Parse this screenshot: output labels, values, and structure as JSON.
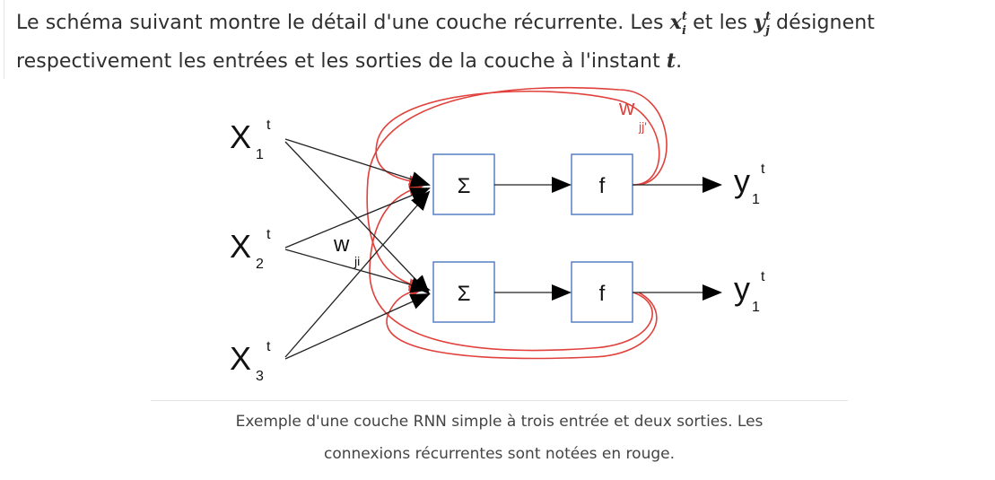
{
  "intro": {
    "text_1": "Le schéma suivant montre le détail d'une couche récurrente. Les ",
    "math_x_base": "x",
    "math_x_sup": "t",
    "math_x_sub": "i",
    "text_2": " et les ",
    "math_y_base": "y",
    "math_y_sup": "t",
    "math_y_sub": "j",
    "text_3": " désignent respectivement les entrées et les sorties de la couche à l'instant ",
    "math_t": "t",
    "text_4": "."
  },
  "diagram": {
    "inputs": [
      {
        "base": "X",
        "sup": "t",
        "sub": "1"
      },
      {
        "base": "X",
        "sup": "t",
        "sub": "2"
      },
      {
        "base": "X",
        "sup": "t",
        "sub": "3"
      }
    ],
    "outputs": [
      {
        "base": "y",
        "sup": "t",
        "sub": "1"
      },
      {
        "base": "y",
        "sup": "t",
        "sub": "1"
      }
    ],
    "sum_symbol": "Σ",
    "activation_symbol": "f",
    "input_weight": {
      "base": "w",
      "sub": "ji"
    },
    "recurrent_weight": {
      "base": "w",
      "sub": "jj'"
    },
    "colors": {
      "recurrent": "#e0413c",
      "box_border": "#4a78c0",
      "arrow": "#000000"
    }
  },
  "caption": {
    "line_1": "Exemple d'une couche RNN simple à trois entrée et deux sorties. Les",
    "line_2": "connexions récurrentes sont notées en rouge."
  }
}
